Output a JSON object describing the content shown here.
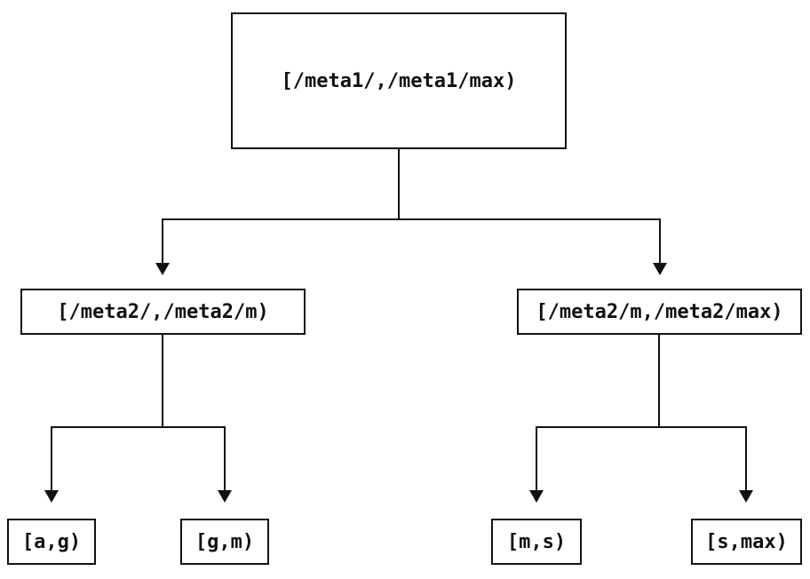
{
  "diagram": {
    "type": "tree",
    "root": {
      "label": "[/meta1/,/meta1/max)"
    },
    "children": [
      {
        "label": "[/meta2/,/meta2/m)",
        "children": [
          {
            "label": "[a,g)"
          },
          {
            "label": "[g,m)"
          }
        ]
      },
      {
        "label": "[/meta2/m,/meta2/max)",
        "children": [
          {
            "label": "[m,s)"
          },
          {
            "label": "[s,max)"
          }
        ]
      }
    ]
  },
  "colors": {
    "line": "#111111",
    "box_fill": "#ffffff",
    "background": "#ffffff"
  }
}
